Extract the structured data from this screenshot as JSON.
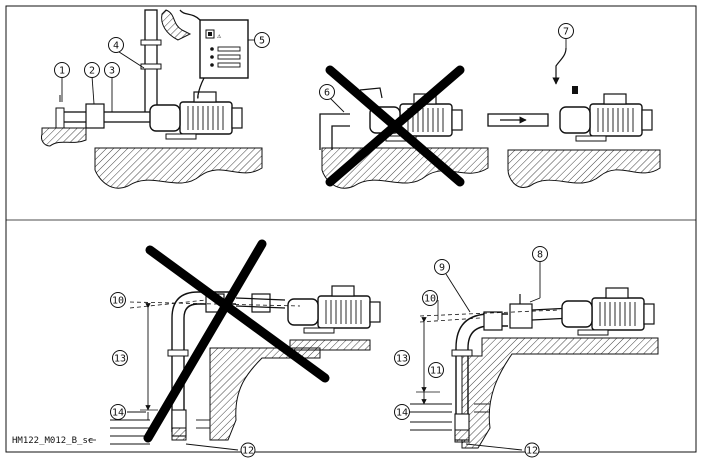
{
  "figure_code": "HM122_M012_B_sc",
  "callouts": {
    "c1": "1",
    "c2": "2",
    "c3": "3",
    "c4": "4",
    "c5": "5",
    "c6": "6",
    "c7": "7",
    "c8": "8",
    "c9": "9",
    "c10a": "10",
    "c10b": "10",
    "c11": "11",
    "c12a": "12",
    "c12b": "12",
    "c13a": "13",
    "c13b": "13",
    "c14a": "14",
    "c14b": "14"
  },
  "colors": {
    "line": "#111111",
    "cross": "#000000",
    "hatch": "#111111",
    "background": "#ffffff"
  }
}
